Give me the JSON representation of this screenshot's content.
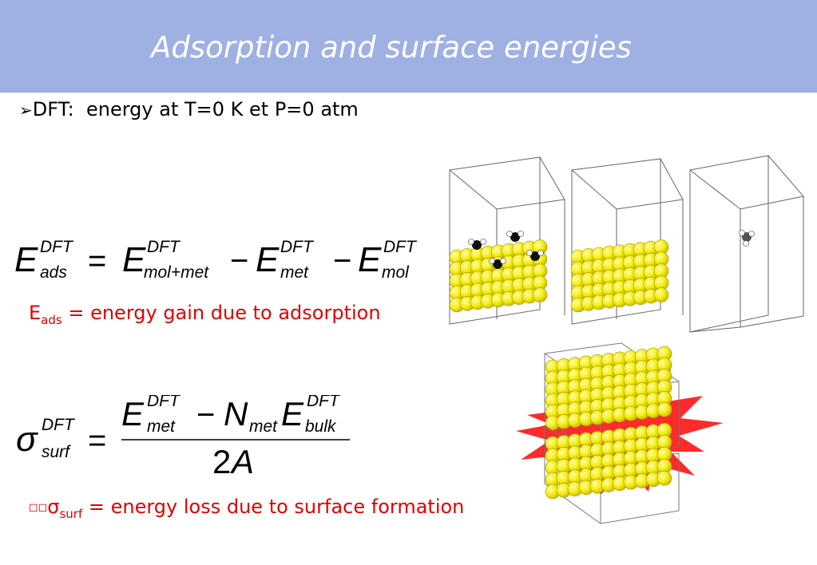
{
  "slide": {
    "title": "Adsorption and surface energies",
    "bullet_symbol": "➢",
    "bullet_text": "DFT:  energy at T=0 K et P=0 atm"
  },
  "equation1": {
    "lhs_base": "E",
    "lhs_sup": "DFT",
    "lhs_sub": "ads",
    "equals": "=",
    "t1_base": "E",
    "t1_sup": "DFT",
    "t1_sub": "mol+met",
    "minus": "−",
    "t2_base": "E",
    "t2_sup": "DFT",
    "t2_sub": "met",
    "t3_base": "E",
    "t3_sup": "DFT",
    "t3_sub": "mol"
  },
  "note1": {
    "main": "E",
    "sub": "ads",
    "rest": " = energy gain due to adsorption"
  },
  "equation2": {
    "lhs_base": "σ",
    "lhs_sup": "DFT",
    "lhs_sub": "surf",
    "equals": "=",
    "num_e1": "E",
    "num_e1_sup": "DFT",
    "num_e1_sub": "met",
    "minus": "−",
    "num_n": "N",
    "num_n_sub": "met",
    "num_e2": "E",
    "num_e2_sup": "DFT",
    "num_e2_sub": "bulk",
    "den_num": "2",
    "den_var": "A"
  },
  "note2": {
    "prefix": "◻◻",
    "main": "σ",
    "sub": "surf",
    "rest": " = energy loss due to surface formation"
  },
  "colors": {
    "header": "#9fb0e3",
    "note": "#e00000",
    "atom": "#f4ee12",
    "burst": "#ff2a2a"
  }
}
